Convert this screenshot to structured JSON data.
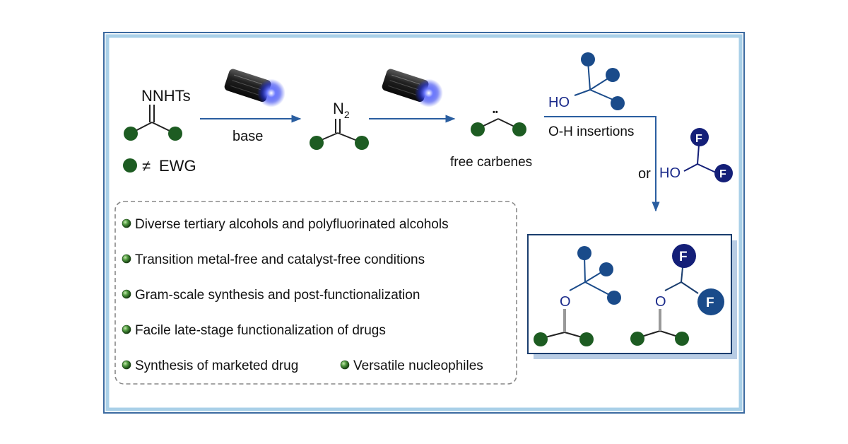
{
  "reactant": {
    "group_label": "NNHTs",
    "legend_symbol": "≠",
    "legend_text": "EWG"
  },
  "step1": {
    "condition": "base"
  },
  "diazo": {
    "label_main": "N",
    "label_sub": "2"
  },
  "carbene": {
    "dots": "••",
    "label": "free carbenes"
  },
  "nucleophiles": {
    "tertiary_alcohol_oh": "HO",
    "reaction_label": "O-H insertions",
    "or_label": "or",
    "fluoro_alcohol_oh": "HO",
    "fluorine": "F"
  },
  "products": {
    "oxygen": "O",
    "fluorine": "F"
  },
  "features": [
    "Diverse tertiary alcohols and polyfluorinated alcohols",
    "Transition metal-free and catalyst-free conditions",
    "Gram-scale synthesis and post-functionalization",
    "Facile late-stage functionalization of drugs",
    "Synthesis of marketed drug",
    "Versatile nucleophiles"
  ],
  "colors": {
    "frame_outer": "#3b6aa0",
    "frame_inner": "#a9d0e8",
    "substituent_green": "#1d5c22",
    "nucleophile_blue": "#1a4b8a",
    "fluorine_navy": "#141f78",
    "arrow_blue": "#2a5ea0",
    "led_glow": "#3344ff"
  }
}
